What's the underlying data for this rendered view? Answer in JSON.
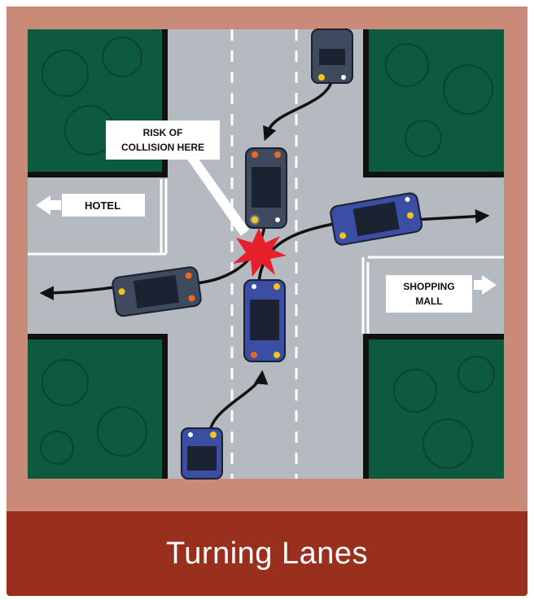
{
  "caption": "Turning Lanes",
  "labels": {
    "collision": [
      "RISK OF",
      "COLLISION HERE"
    ],
    "hotel": "HOTEL",
    "mall": [
      "SHOPPING",
      "MALL"
    ]
  },
  "colors": {
    "border": "#c98a78",
    "caption_bg": "#99301d",
    "road": "#b5b9c0",
    "grass": "#0e5a3f",
    "car_blue": "#3a4ea3",
    "car_dark": "#3f4a5e",
    "crash": "#e8202c"
  }
}
